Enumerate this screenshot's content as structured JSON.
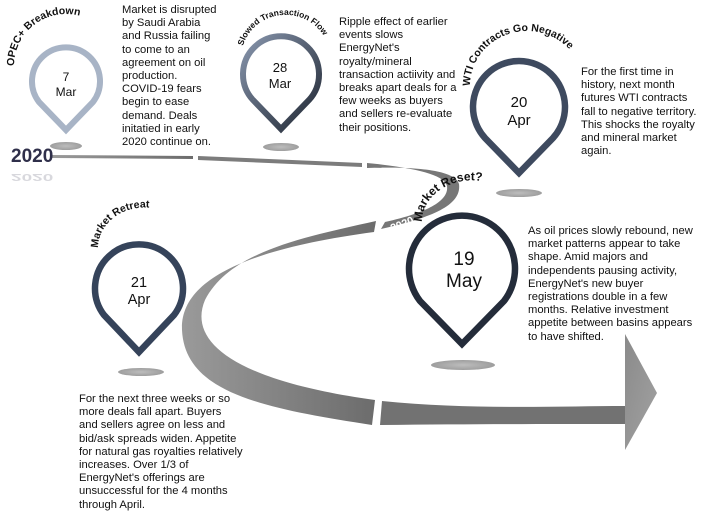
{
  "timeline": {
    "year_label": "2020",
    "road_year_label": "2020",
    "colors": {
      "road": "#7a7a7a",
      "road_dark": "#6a6a6a",
      "pin_light": "#a8b4c6",
      "pin_mid": "#5d6f89",
      "pin_dark": "#38465b",
      "pin_darkest": "#242c3a"
    }
  },
  "events": [
    {
      "title": "OPEC+ Breakdown",
      "day": "7",
      "month": "Mar",
      "description": "Market is disrupted\nby Saudi Arabia\nand Russia failing\nto come to an\nagreement on oil\nproduction.\nCOVID-19 fears\nbegin to ease\ndemand.  Deals\ninitatied in early\n2020 continue on."
    },
    {
      "title": "Slowed Transaction Flow",
      "day": "28",
      "month": "Mar",
      "description": "Ripple effect of earlier\nevents slows\nEnergyNet's\nroyalty/mineral\ntransaction actiivity and\nbreaks apart deals for a\nfew weeks as buyers\nand sellers re-evaluate\ntheir positions."
    },
    {
      "title": "WTI Contracts Go Negative",
      "day": "20",
      "month": "Apr",
      "description": "For the first time in\nhistory, next month\nfutures WTI contracts\nfall to negative territory.\nThis shocks the royalty\nand mineral market\nagain."
    },
    {
      "title": "Market Retreat",
      "day": "21",
      "month": "Apr",
      "description": "For the next three weeks or so\nmore deals fall apart.  Buyers\nand sellers agree on less and\nbid/ask spreads widen.  Appetite\nfor natural gas royalties relatively\nincreases. Over 1/3 of\nEnergyNet's offerings are\nunsuccessful for the 4 months\nthrough April."
    },
    {
      "title": "Market Reset?",
      "day": "19",
      "month": "May",
      "description": "As oil prices slowly rebound, new\nmarket patterns appear to take\nshape.  Amid majors and\nindependents pausing activity,\nEnergyNet's new buyer\nregistrations double in a few\nmonths.  Relative investment\nappetite between basins appears\nto have shifted."
    }
  ]
}
